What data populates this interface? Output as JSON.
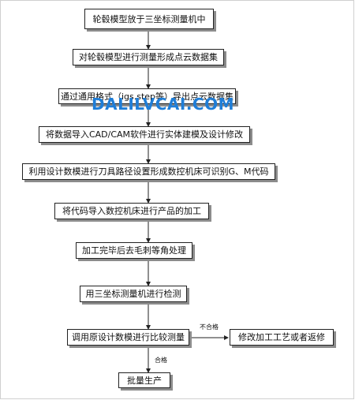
{
  "flowchart": {
    "steps": [
      "轮毂模型放于三坐标测量机中",
      "对轮毂模型进行测量形成点云数据集",
      "通过通用格式（igs.step等）导出点云数据集",
      "将数据导入CAD/CAM软件进行实体建模及设计修改",
      "利用设计数模进行刀具路径设置形成数控机床可识别G、M代码",
      "将代码导入数控机床进行产品的加工",
      "加工完毕后去毛刺等角处理",
      "用三坐标测量机进行检测",
      "调用原设计数模进行比较测量",
      "批量生产"
    ],
    "side_step": "修改加工工艺或者返修",
    "labels": {
      "fail": "不合格",
      "pass": "合格"
    }
  },
  "watermark": "DALILVCAI.COM"
}
